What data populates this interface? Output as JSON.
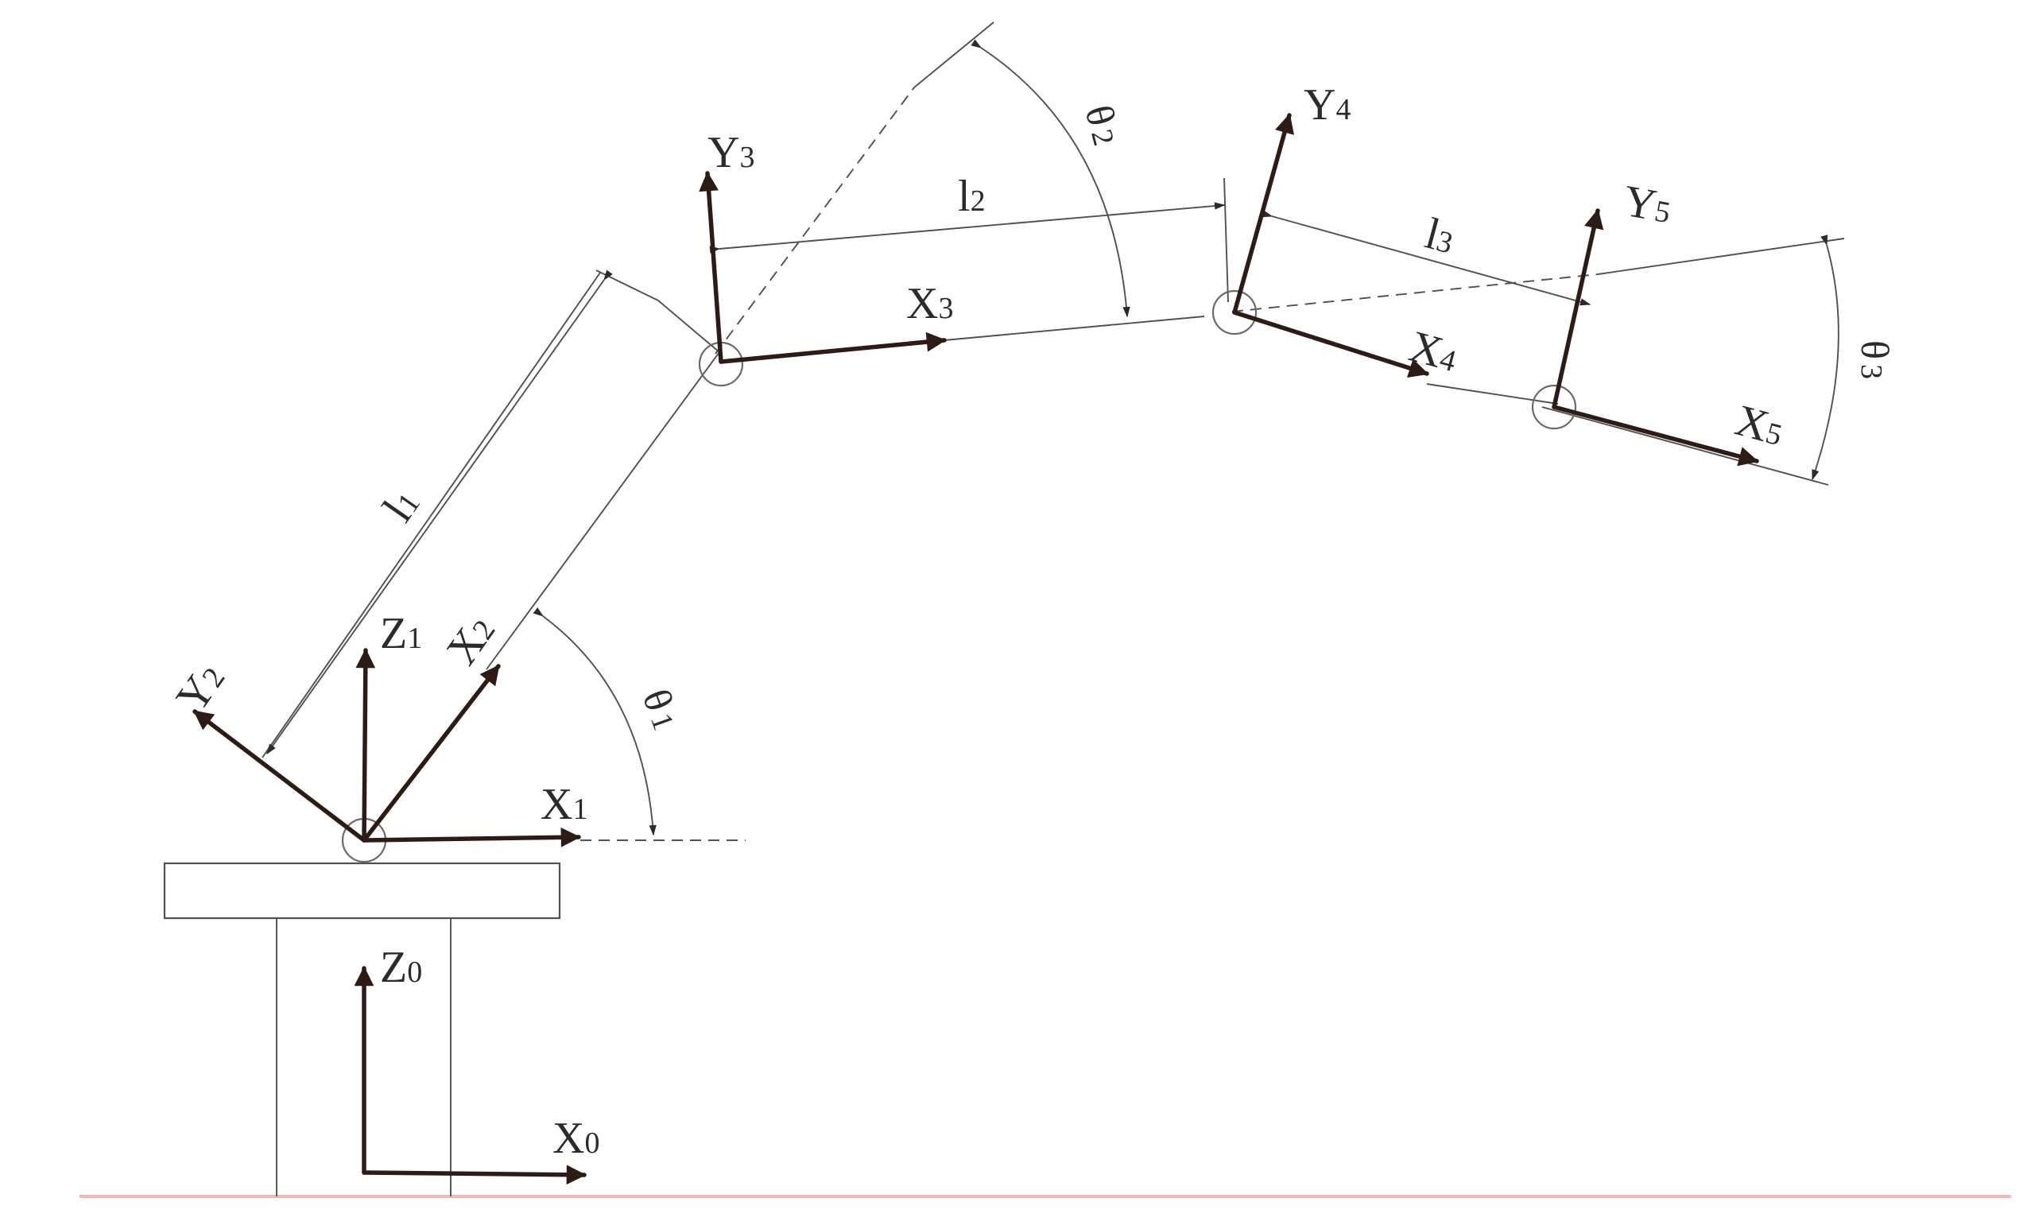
{
  "frames": {
    "x0": {
      "base": "X",
      "sub": "0"
    },
    "z0": {
      "base": "Z",
      "sub": "0"
    },
    "x1": {
      "base": "X",
      "sub": "1"
    },
    "z1": {
      "base": "Z",
      "sub": "1"
    },
    "x2": {
      "base": "X",
      "sub": "2"
    },
    "y2": {
      "base": "Y",
      "sub": "2"
    },
    "x3": {
      "base": "X",
      "sub": "3"
    },
    "y3": {
      "base": "Y",
      "sub": "3"
    },
    "x4": {
      "base": "X",
      "sub": "4"
    },
    "y4": {
      "base": "Y",
      "sub": "4"
    },
    "x5": {
      "base": "X",
      "sub": "5"
    },
    "y5": {
      "base": "Y",
      "sub": "5"
    }
  },
  "links": {
    "l1": {
      "base": "l",
      "sub": "1"
    },
    "l2": {
      "base": "l",
      "sub": "2"
    },
    "l3": {
      "base": "l",
      "sub": "3"
    }
  },
  "angles": {
    "theta1": {
      "base": "θ",
      "sub": "1"
    },
    "theta2": {
      "base": "θ",
      "sub": "2"
    },
    "theta3": {
      "base": "θ",
      "sub": "3"
    }
  },
  "colors": {
    "axis": "#2b1c17",
    "line": "#505050",
    "baseline": "#f2b8b8"
  }
}
